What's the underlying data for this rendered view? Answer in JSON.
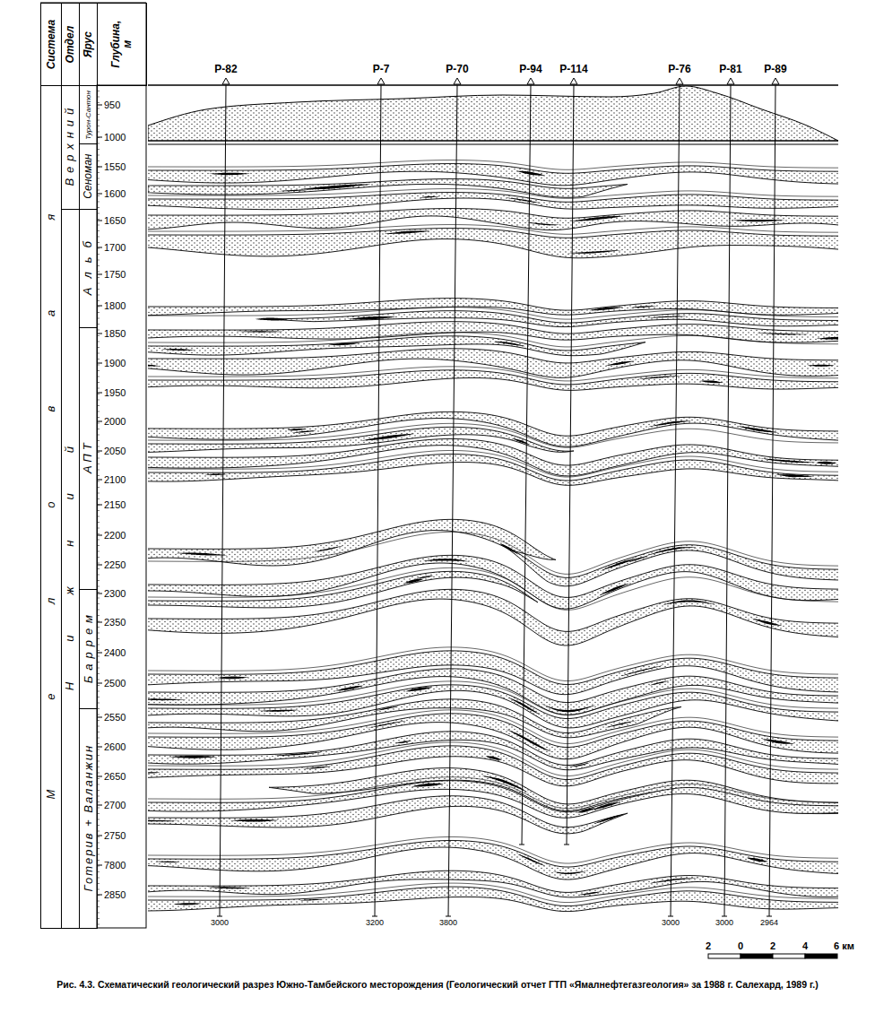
{
  "diagram": {
    "caption": "Рис. 4.3. Схематический геологический разрез Южно-Тамбейского месторождения (Геологический отчет ГТП «Ямалнефтегазгеология» за 1988 г. Салехард, 1989 г.)",
    "nodes": [
      {
        "text": [
          "Система"
        ]
      },
      {
        "text": [
          "Отдел"
        ]
      },
      {
        "text": [
          "Ярус"
        ]
      },
      {
        "text": [
          "Глубина, м"
        ]
      },
      {
        "text": [
          "Меловая"
        ]
      },
      {
        "text": [
          "Верхний"
        ]
      },
      {
        "text": [
          "Нижний"
        ]
      },
      {
        "text": [
          "Турон-Сантон"
        ]
      },
      {
        "text": [
          "Сеноман"
        ]
      },
      {
        "text": [
          "Альб"
        ]
      },
      {
        "text": [
          "АПТ"
        ]
      },
      {
        "text": [
          "Баррем"
        ]
      },
      {
        "text": [
          "Готерив + Валанжин"
        ]
      }
    ],
    "labels": [
      "950",
      "1000",
      "1550",
      "1600",
      "1650",
      "1700",
      "1750",
      "1800",
      "1850",
      "1900",
      "1950",
      "2000",
      "2050",
      "2100",
      "2150",
      "2200",
      "2250",
      "2300",
      "2350",
      "2400",
      "2500",
      "2550",
      "2600",
      "2650",
      "2700",
      "2750",
      "7800",
      "2850",
      "Р-82",
      "Р-7",
      "Р-70",
      "Р-94",
      "Р-114",
      "Р-76",
      "Р-81",
      "Р-89",
      "3000",
      "3200",
      "3800",
      "3000",
      "3000",
      "2964",
      "2",
      "0",
      "2",
      "4",
      "6 км"
    ]
  }
}
